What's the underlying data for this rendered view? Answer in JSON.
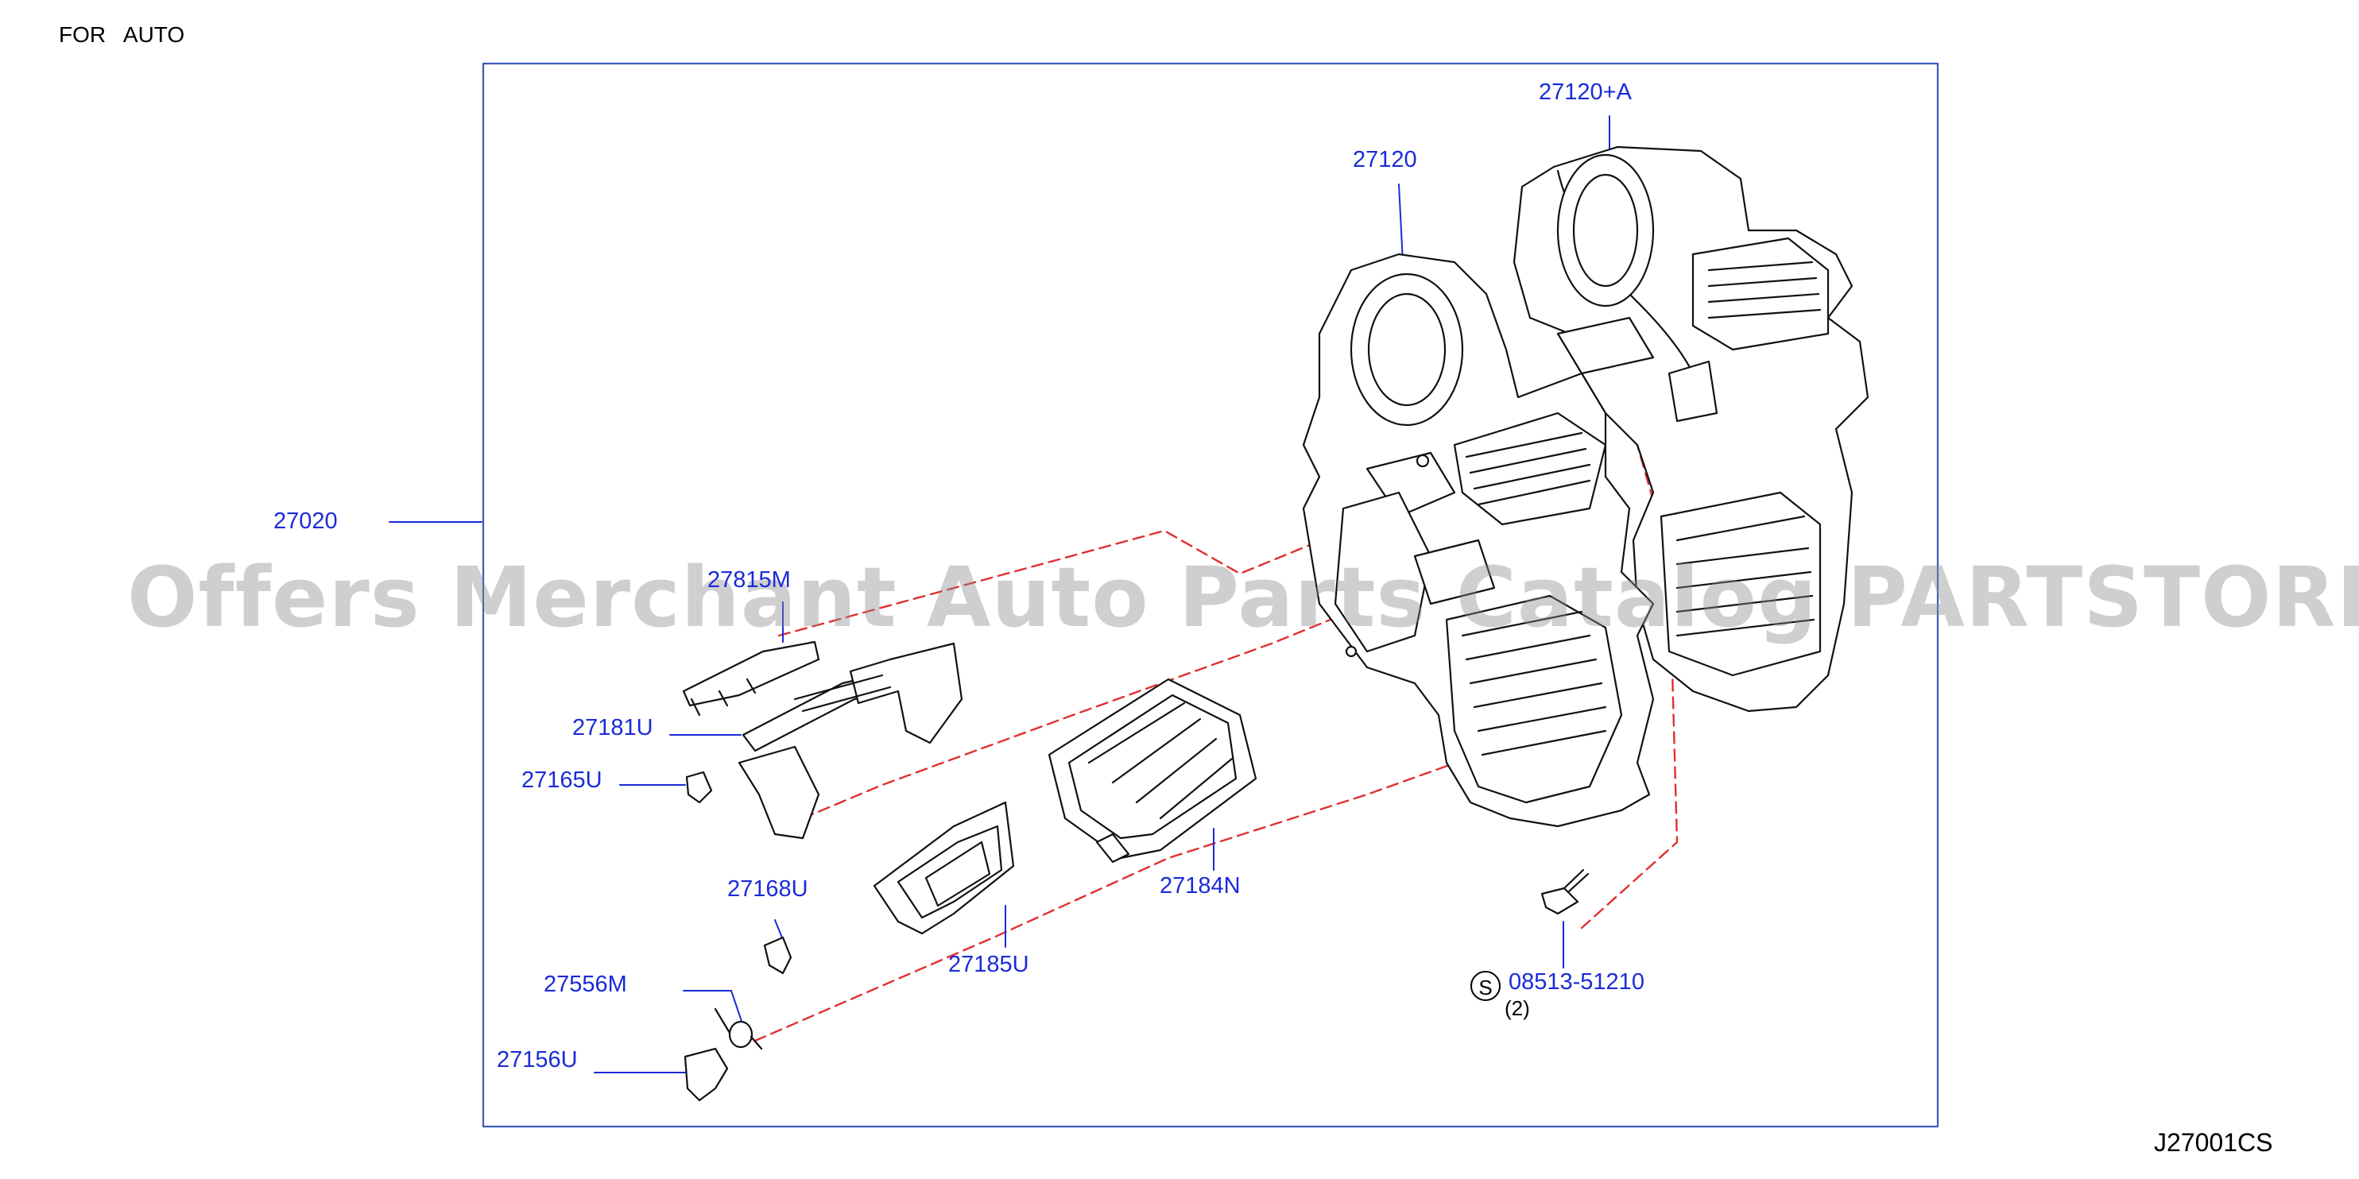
{
  "header": {
    "variant": "FOR   AUTO"
  },
  "footer": {
    "diagram_code": "J27001CS"
  },
  "watermark": "Offers Merchant Auto Parts Catalog PARTSTORE.SA",
  "colors": {
    "callout": "#1a2bd8",
    "leader": "#1a2bd8",
    "dashed_guide": "#e03030",
    "frame": "#3a5bb8",
    "part_outline": "#111111"
  },
  "callouts": {
    "assembly": "27020",
    "case_rear": "27120+A",
    "case_front": "27120",
    "link": "27815M",
    "lever": "27181U",
    "clip": "27165U",
    "rod": "27168U",
    "spring": "27556M",
    "holder": "27156U",
    "filter": "27184N",
    "filter_cover": "27185U",
    "screw": "08513-51210",
    "screw_prefix": "S",
    "screw_qty": "(2)"
  }
}
